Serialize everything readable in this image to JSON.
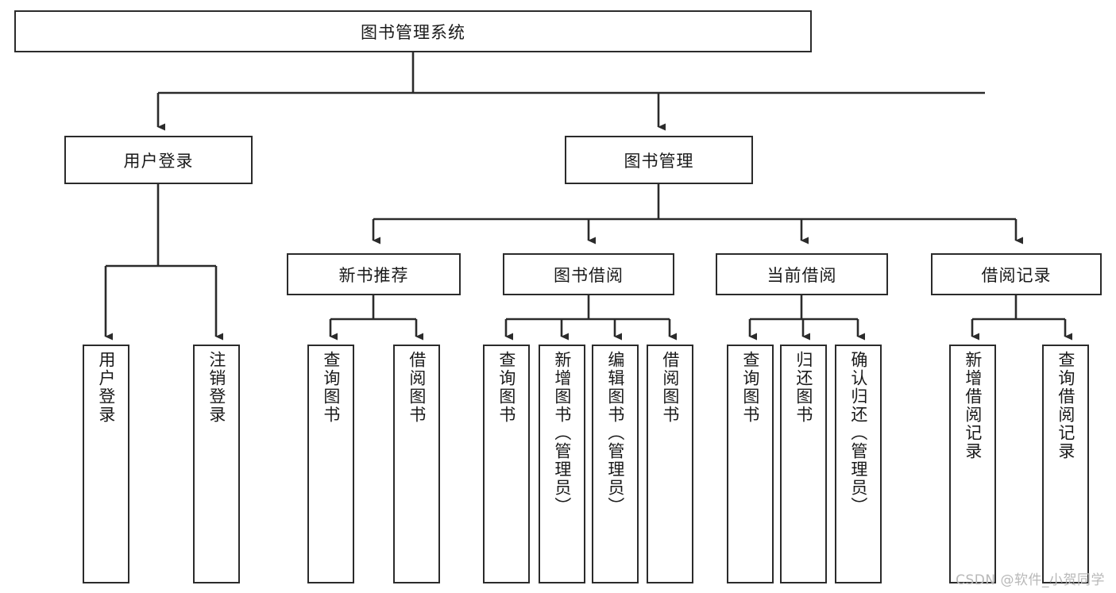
{
  "diagram": {
    "type": "tree-hierarchy",
    "title": "图书管理系统",
    "watermark": "CSDN @软件_小贺同学",
    "colors": {
      "stroke": "#2b2b2b",
      "fill": "#ffffff",
      "text": "#1a1a1a",
      "watermark": "#b8b8b8"
    },
    "levels": {
      "root": {
        "label": "图书管理系统"
      },
      "level2": [
        {
          "label": "用户登录"
        },
        {
          "label": "图书管理"
        }
      ],
      "level3": [
        {
          "label": "新书推荐"
        },
        {
          "label": "图书借阅"
        },
        {
          "label": "当前借阅"
        },
        {
          "label": "借阅记录"
        }
      ],
      "leaves": {
        "user_login": [
          {
            "label": "用户登录"
          },
          {
            "label": "注销登录"
          }
        ],
        "new_book_recommend": [
          {
            "label": "查询图书"
          },
          {
            "label": "借阅图书"
          }
        ],
        "book_borrow": [
          {
            "label": "查询图书"
          },
          {
            "label": "新增图书（管理员）"
          },
          {
            "label": "编辑图书（管理员）"
          },
          {
            "label": "借阅图书"
          }
        ],
        "current_borrow": [
          {
            "label": "查询图书"
          },
          {
            "label": "归还图书"
          },
          {
            "label": "确认归还（管理员）"
          }
        ],
        "borrow_record": [
          {
            "label": "新增借阅记录"
          },
          {
            "label": "查询借阅记录"
          }
        ]
      }
    }
  }
}
